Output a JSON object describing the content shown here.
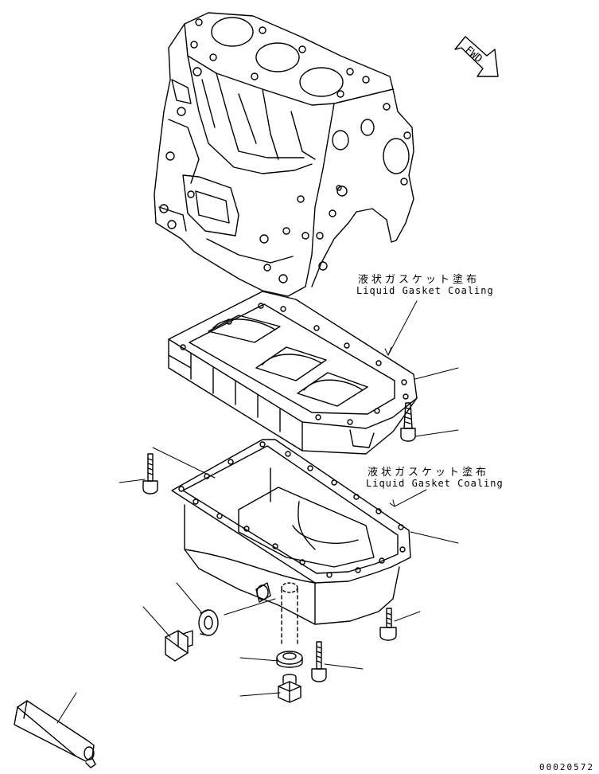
{
  "labels": {
    "upper": {
      "jp": "液状ガスケット塗布",
      "en": "Liquid Gasket Coaling"
    },
    "lower": {
      "jp": "液状ガスケット塗布",
      "en": "Liquid Gasket Coaling"
    }
  },
  "fwd": "FWD",
  "drawing_id": "00020572",
  "colors": {
    "line": "#000000",
    "background": "#ffffff"
  }
}
